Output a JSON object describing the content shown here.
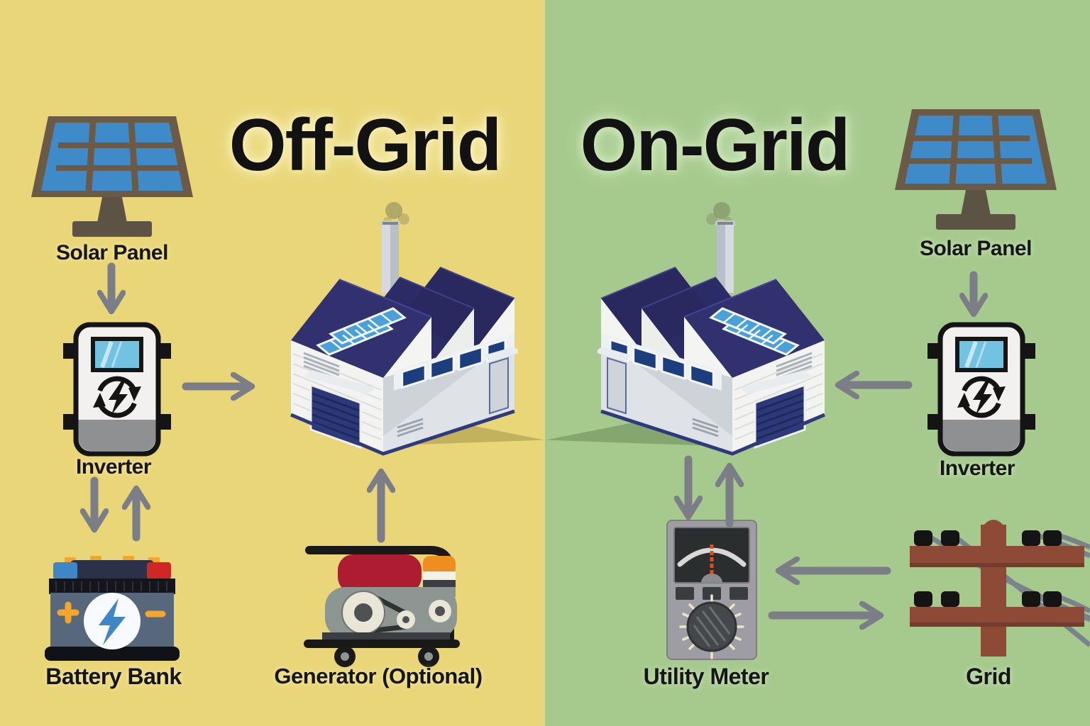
{
  "sections": {
    "off_grid": {
      "title": "Off-Grid",
      "labels": {
        "solar_panel": "Solar Panel",
        "inverter": "Inverter",
        "battery_bank": "Battery Bank",
        "generator": "Generator (Optional)"
      }
    },
    "on_grid": {
      "title": "On-Grid",
      "labels": {
        "solar_panel": "Solar Panel",
        "inverter": "Inverter",
        "utility_meter": "Utility Meter",
        "grid": "Grid"
      }
    }
  },
  "icons": {
    "solar_panel": "solar-panel-icon",
    "inverter": "inverter-icon",
    "battery": "battery-icon",
    "generator": "generator-icon",
    "utility_meter": "utility-meter-icon",
    "grid_pole": "utility-pole-icon",
    "factory": "factory-building-icon",
    "arrow": "flow-arrow-icon"
  },
  "colors": {
    "off_grid_background": "#e9d678",
    "on_grid_background": "#a6ca8e",
    "title_text": "#121212",
    "label_text": "#161616",
    "arrow_gray": "#7b7d87",
    "solar_cell_blue": "#3f8bca",
    "solar_frame_brown": "#6a5a46",
    "roof_navy": "#31316f",
    "solar_array_blue": "#4aa0d9",
    "wall_white": "#f3f3f1",
    "wall_gray": "#dfe3e7",
    "window_navy": "#1d3e7e",
    "battery_body": "#57687c",
    "battery_accent_orange": "#f2a62a",
    "terminal_blue": "#3f86c6",
    "terminal_red": "#cf2626",
    "generator_red": "#ad1c30",
    "generator_orange": "#f08d1f",
    "engine_gray": "#8d9692",
    "meter_gray": "#9d9da3",
    "meter_display": "#2b2e2f",
    "needle_orange": "#e2501a",
    "pole_brown": "#8d4a36",
    "wire_gray": "#79838a"
  }
}
